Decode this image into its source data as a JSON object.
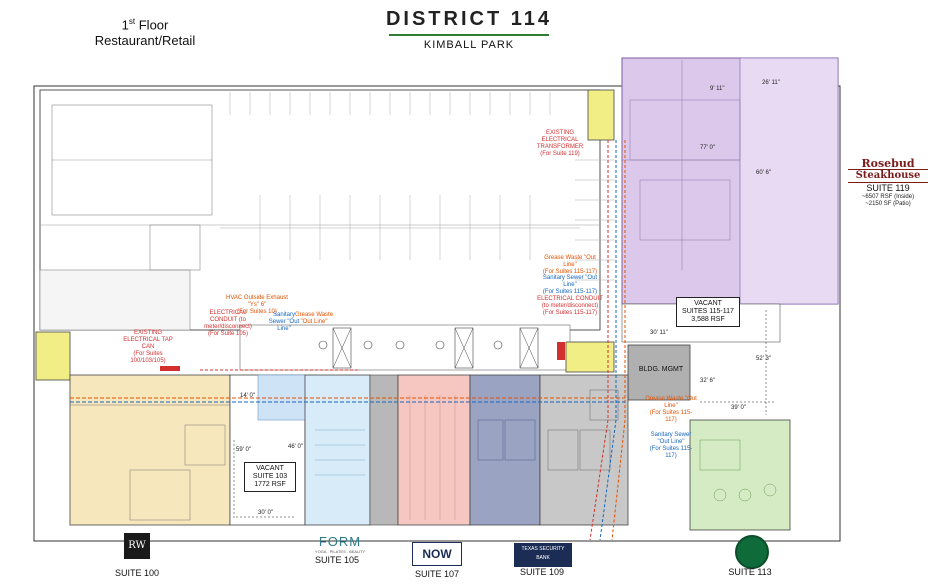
{
  "header": {
    "floor_sup": "st",
    "floor_num": "1",
    "floor_word": "Floor",
    "floor_line2": "Restaurant/Retail",
    "title": "DISTRICT 114",
    "subtitle": "KIMBALL PARK"
  },
  "suites": {
    "s100": "SUITE 100",
    "s105": "SUITE 105",
    "s107": "SUITE 107",
    "s109": "SUITE 109",
    "s113": "SUITE 113",
    "s119": "SUITE 119",
    "s119_inside": "~6507 RSF (Inside)",
    "s119_patio": "~2150 SF (Patio)"
  },
  "vacant_103": {
    "line1": "VACANT",
    "line2": "SUITE 103",
    "line3": "1772 RSF"
  },
  "vacant_115": {
    "line1": "VACANT",
    "line2": "SUITES 115-117",
    "line3": "3,588 RSF"
  },
  "bldg_mgmt": "BLDG. MGMT",
  "logos": {
    "form": "FORM",
    "form_tag": "YOGA . PILATES . BEAUTY",
    "now": "NOW",
    "bank": "TEXAS SECURITY",
    "bank_sub": "BANK",
    "rosebud": "Rosebud",
    "steakhouse": "Steakhouse"
  },
  "annotations": {
    "transformer": "EXISTING ELECTRICAL TRANSFORMER",
    "transformer_sub": "(For Suite 119)",
    "grease1": "Grease Waste \"Out Line\"",
    "grease1_sub": "(For Suites 115-117)",
    "sewer1": "Sanitary Sewer \"Out Line\"",
    "sewer1_sub": "(For Suites 115-117)",
    "conduit1": "ELECTRICAL CONDUIT (to meter/disconnect)",
    "conduit1_sub": "(For Suites 115-117)",
    "hvac": "HVAC Outside Exhaust \"Ys\" 6\"",
    "hvac_sub": "(For Suites 10)",
    "conduit2": "ELECTRICAL CONDUIT (to meter/disconnect)",
    "conduit2_sub": "(For Suite 105)",
    "sewer2": "Sanitary Sewer \"Out Line\"",
    "grease2": "Grease Waste \"Out Line\"",
    "tapcan": "EXISTING ELECTRICAL TAP CAN",
    "tapcan_sub": "(For Suites 100/103/105)",
    "grease3": "Grease Waste \"Out Line\"",
    "grease3_sub": "(For Suites 115-117)",
    "sewer3": "Sanitary Sewer \"Out Line\"",
    "sewer3_sub": "(For Suites 115-117)"
  },
  "dims": {
    "d1": "9' 11\"",
    "d2": "26' 11\"",
    "d3": "77' 0\"",
    "d4": "60' 6\"",
    "d5": "30' 11\"",
    "d6": "52' 3\"",
    "d7": "32' 6\"",
    "d8": "39' 0\"",
    "d9": "14' 0\"",
    "d10": "46' 0\"",
    "d11": "30' 0\"",
    "d12": "59' 0\""
  },
  "colors": {
    "suite100": "#f7e7bd",
    "suite103": "#cfe3f6",
    "suite105": "#d7ecf8",
    "suite107": "#f6c6c0",
    "suite109": "#9aa3c2",
    "suite111": "#b8b8b8",
    "suite113": "#d5ebc4",
    "suite119": "#dcc8ea",
    "yellow": "#f2ee86",
    "gray": "#b0b0b0"
  }
}
